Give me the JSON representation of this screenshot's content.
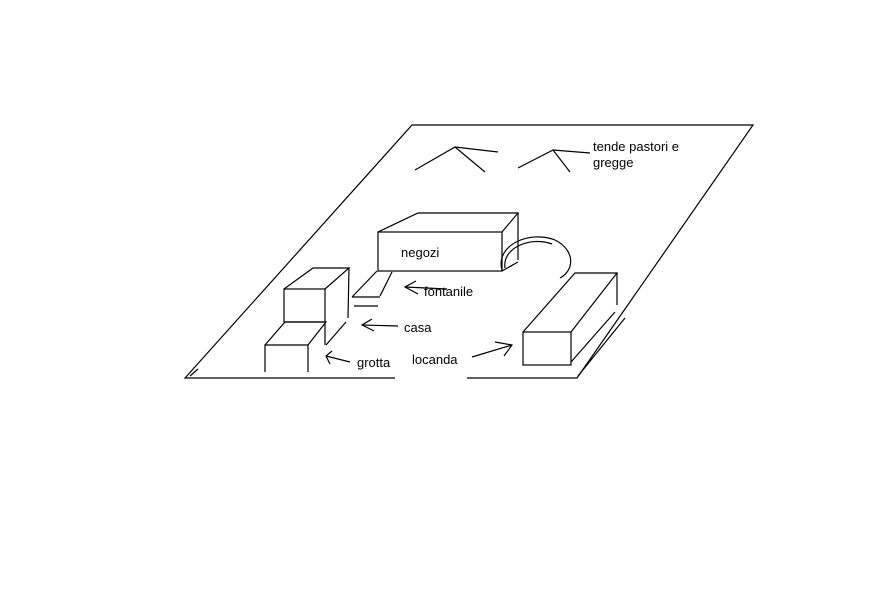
{
  "labels": {
    "tents_line1": "tende pastori e",
    "tents_line2": "gregge",
    "shops": "negozi",
    "fountain": "fontanile",
    "house": "casa",
    "cave": "grotta",
    "inn": "locanda"
  },
  "colors": {
    "ink": "#000000",
    "background": "#ffffff"
  }
}
